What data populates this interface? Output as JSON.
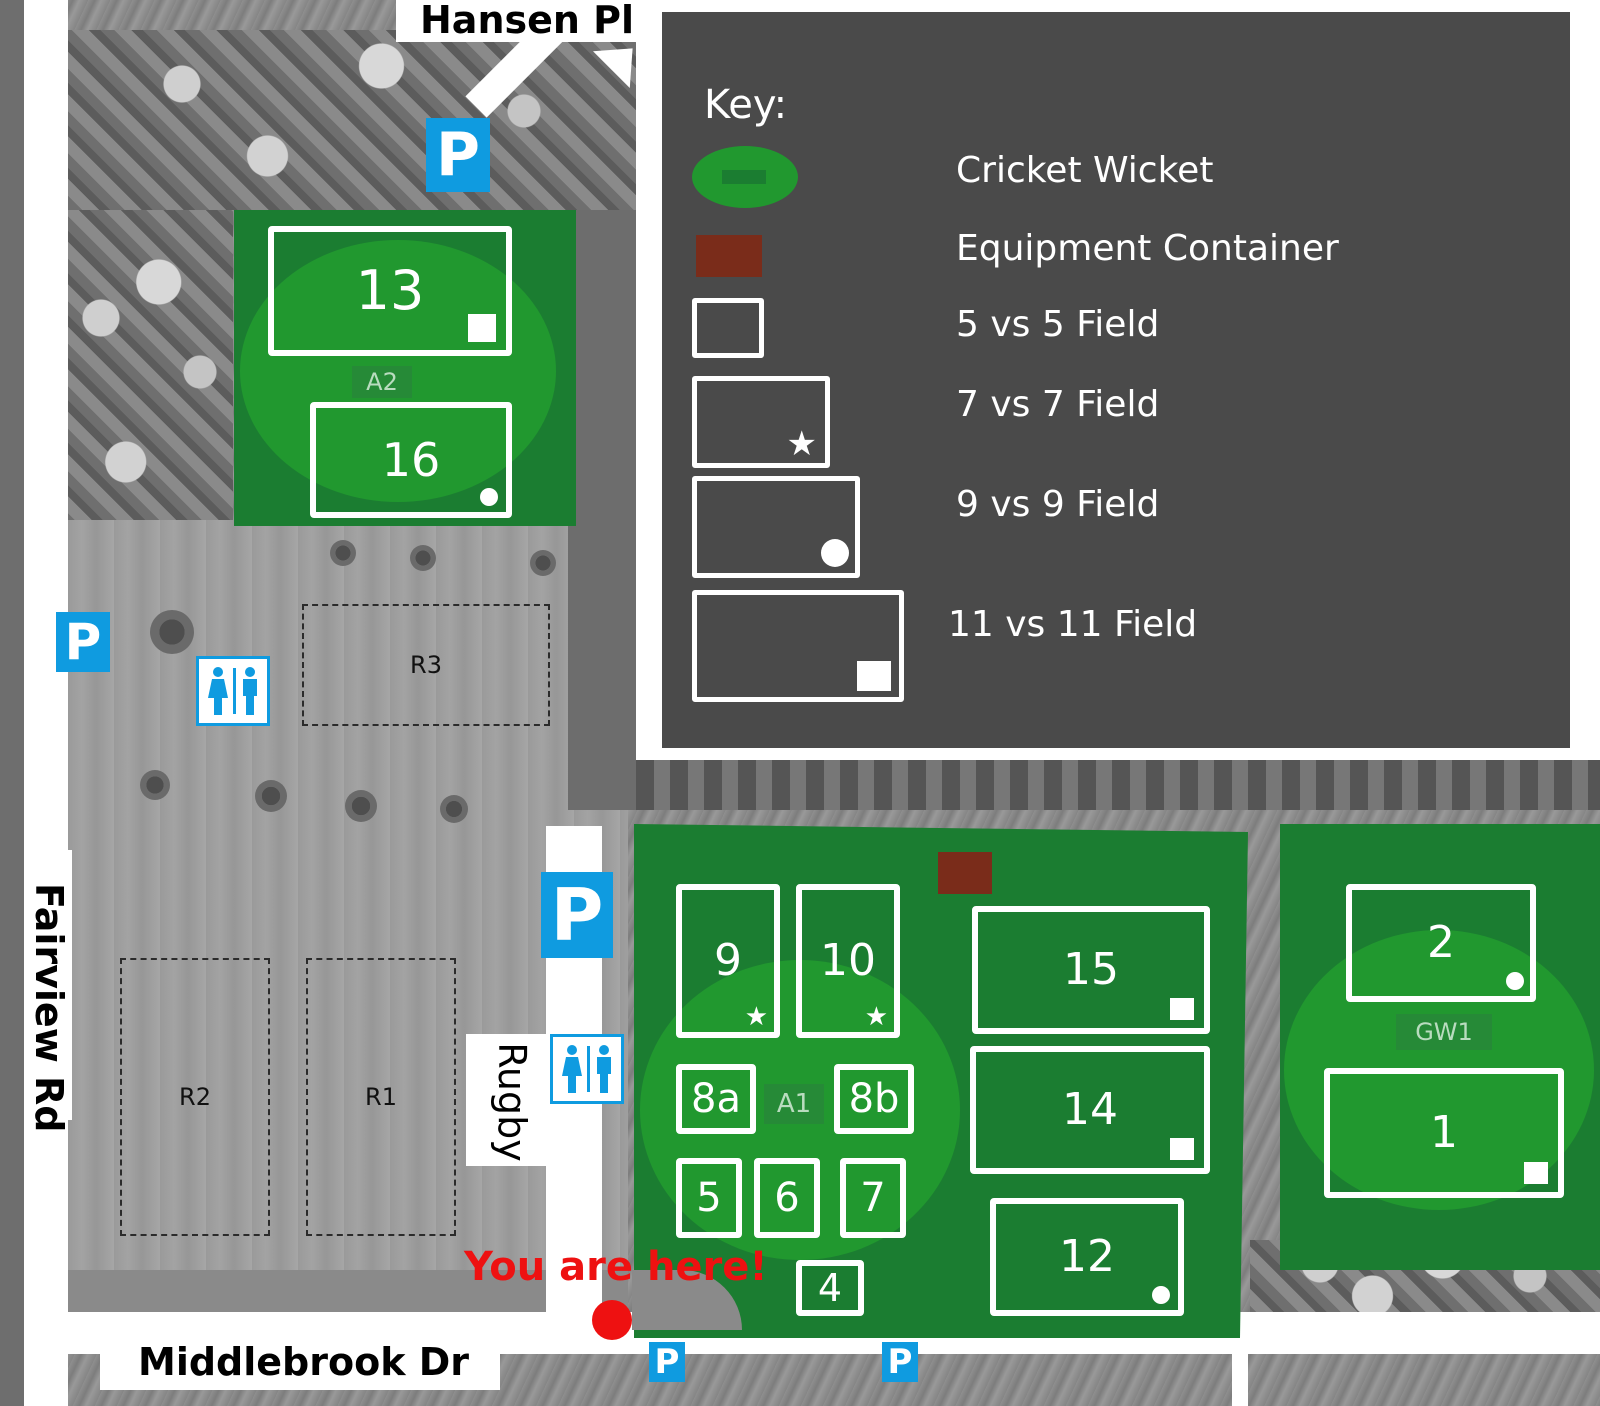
{
  "roads": {
    "hansen": "Hansen Pl",
    "fairview": "Fairview Rd",
    "middlebrook": "Middlebrook Dr"
  },
  "key": {
    "title": "Key:",
    "cricket_wicket": "Cricket Wicket",
    "equipment_container": "Equipment Container",
    "field_5v5": "5 vs 5 Field",
    "field_7v7": "7 vs 7 Field",
    "field_9v9": "9 vs 9 Field",
    "field_11v11": "11 vs 11 Field"
  },
  "areas": {
    "a2": "A2",
    "a1": "A1",
    "gw1": "GW1"
  },
  "fields": {
    "f1": "1",
    "f2": "2",
    "f4": "4",
    "f5": "5",
    "f6": "6",
    "f7": "7",
    "f8a": "8a",
    "f8b": "8b",
    "f9": "9",
    "f10": "10",
    "f12": "12",
    "f13": "13",
    "f14": "14",
    "f15": "15",
    "f16": "16"
  },
  "rugby_pitches": {
    "r1": "R1",
    "r2": "R2",
    "r3": "R3"
  },
  "labels": {
    "rugby": "Rugby",
    "you_are_here": "You are here!",
    "parking": "P"
  },
  "colors": {
    "field_green": "#1b7d31",
    "wicket_green": "#21982f",
    "container_brown": "#7a2c1a",
    "parking_blue": "#0f9be0",
    "key_panel": "#4a4a4a",
    "you_are_here_red": "#ee1111"
  },
  "icons": {
    "parking": "parking-icon",
    "toilet": "toilet-icon",
    "star": "star-icon",
    "location": "location-dot-icon"
  }
}
